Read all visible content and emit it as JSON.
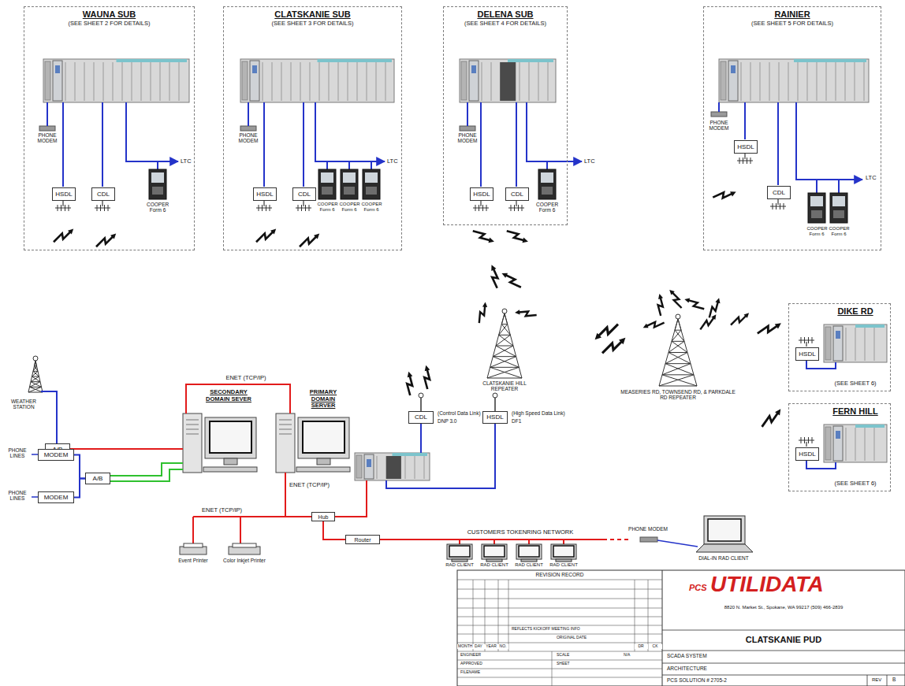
{
  "diagram": {
    "nodes": [
      {
        "text": [
          "WAUNA SUB",
          "(SEE SHEET 2 FOR DETAILS)"
        ]
      },
      {
        "text": [
          "HSDL"
        ],
        "in": 0
      },
      {
        "text": [
          "CDL"
        ],
        "in": 0
      },
      {
        "text": [
          "CLATSKANIE SUB",
          "(SEE SHEET 3 FOR DETAILS)"
        ]
      },
      {
        "text": [
          "HSDL"
        ],
        "in": 3
      },
      {
        "text": [
          "CDL"
        ],
        "in": 3
      },
      {
        "text": [
          "DELENA SUB",
          "(SEE SHEET 4 FOR DETAILS)"
        ]
      },
      {
        "text": [
          "HSDL"
        ],
        "in": 6
      },
      {
        "text": [
          "CDL"
        ],
        "in": 6
      },
      {
        "text": [
          "RAINIER",
          "(SEE SHEET 5 FOR DETAILS)"
        ]
      },
      {
        "text": [
          "HSDL"
        ],
        "in": 9
      },
      {
        "text": [
          "CDL"
        ],
        "in": 9
      },
      {
        "text": [
          "DIKE RD",
          "(SEE SHEET 6)"
        ]
      },
      {
        "text": [
          "HSDL"
        ],
        "in": 12
      },
      {
        "text": [
          "FERN HILL",
          "(SEE SHEET 6)"
        ]
      },
      {
        "text": [
          "HSDL"
        ],
        "in": 14
      },
      {
        "text": [
          "A/B"
        ]
      },
      {
        "text": [
          "A/B"
        ]
      },
      {
        "text": [
          "MODEM"
        ]
      },
      {
        "text": [
          "MODEM"
        ]
      },
      {
        "text": [
          "CDL"
        ]
      },
      {
        "text": [
          "HSDL"
        ]
      },
      {
        "text": [
          "Hub"
        ]
      },
      {
        "text": [
          "Router"
        ]
      }
    ],
    "edges": [
      {
        "from": 18,
        "to": 17,
        "arrow": "none"
      },
      {
        "from": 19,
        "to": 17,
        "arrow": "none"
      },
      {
        "from": 22,
        "to": 23,
        "arrow": "none"
      }
    ],
    "labels": [
      "PHONE MODEM",
      "LTC",
      "COOPER Form 6",
      "PHONE MODEM",
      "LTC",
      "COOPER Form 6",
      "COOPER Form 6",
      "COOPER Form 6",
      "PHONE MODEM",
      "LTC",
      "COOPER Form 6",
      "PHONE MODEM",
      "LTC",
      "COOPER Form 6",
      "COOPER Form 6",
      "CLATSKANIE HILL REPEATER",
      "MEASERIES RD, TOWNSEND RD, & PARKDALE RD REPEATER",
      "WEATHER STATION",
      "SECONDARY DOMAIN SEVER",
      "PRIMARY DOMAIN SERVER",
      "ENET (TCP/IP)",
      "ENET (TCP/IP)",
      "ENET (TCP/IP)",
      "PHONE LINES",
      "PHONE LINES",
      "Event Printer",
      "Color Inkjet Printer",
      "(Control Data Link)",
      "DNP 3.0",
      "(High Speed Data Link)",
      "DF1",
      "CUSTOMERS TOKENRING NETWORK",
      "RAD CLIENT",
      "RAD CLIENT",
      "RAD CLIENT",
      "RAD CLIENT",
      "PHONE MODEM",
      "DIAL-IN RAD CLIENT",
      "REVISION RECORD",
      "REFLECTS KICKOFF MEETING INFO",
      "ORIGINAL DATE",
      "MONTH",
      "DAY",
      "YEAR",
      "NO.",
      "DR",
      "CK",
      "ENGINEER",
      "APPROVED",
      "FILENAME",
      "SCALE",
      "SHEET",
      "N/A",
      "PCS",
      "UTILIDATA",
      "8820 N. Market St., Spokane, WA 99217 (509) 466-2839",
      "CLATSKANIE PUD",
      "SCADA SYSTEM",
      "ARCHITECTURE",
      "PCS SOLUTION # 2705-2",
      "REV",
      "B"
    ]
  }
}
